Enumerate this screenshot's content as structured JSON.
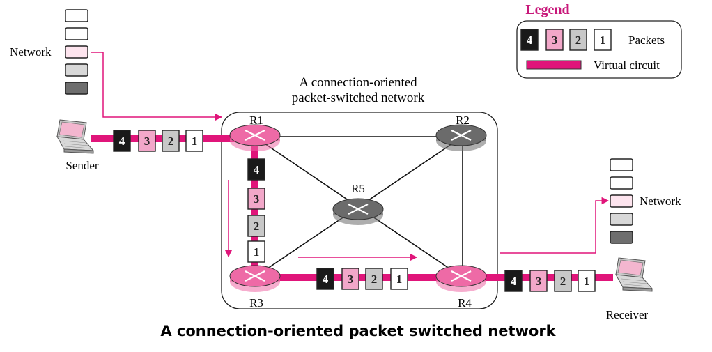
{
  "title": "A connection-oriented packet switched network",
  "network_label_line1": "A connection-oriented",
  "network_label_line2": "packet-switched network",
  "legend": {
    "title": "Legend",
    "packets_label": "Packets",
    "circuit_label": "Virtual circuit",
    "packet_numbers": [
      "4",
      "3",
      "2",
      "1"
    ]
  },
  "labels": {
    "network_left": "Network",
    "network_right": "Network",
    "sender": "Sender",
    "receiver": "Receiver"
  },
  "routers": {
    "r1": "R1",
    "r2": "R2",
    "r3": "R3",
    "r4": "R4",
    "r5": "R5"
  },
  "packets": [
    "4",
    "3",
    "2",
    "1"
  ],
  "colors": {
    "circuit": "#e0157a",
    "legend_title": "#c8187a",
    "packet4": "#1a1a1a",
    "packet3": "#f2a7c9",
    "packet2": "#c8c8c8",
    "packet1": "#ffffff",
    "router_on_path": "#ee6aa6",
    "router_off_path": "#6b6b6b"
  },
  "icons": [
    "laptop-icon",
    "router-icon",
    "packet-stack-icon"
  ]
}
